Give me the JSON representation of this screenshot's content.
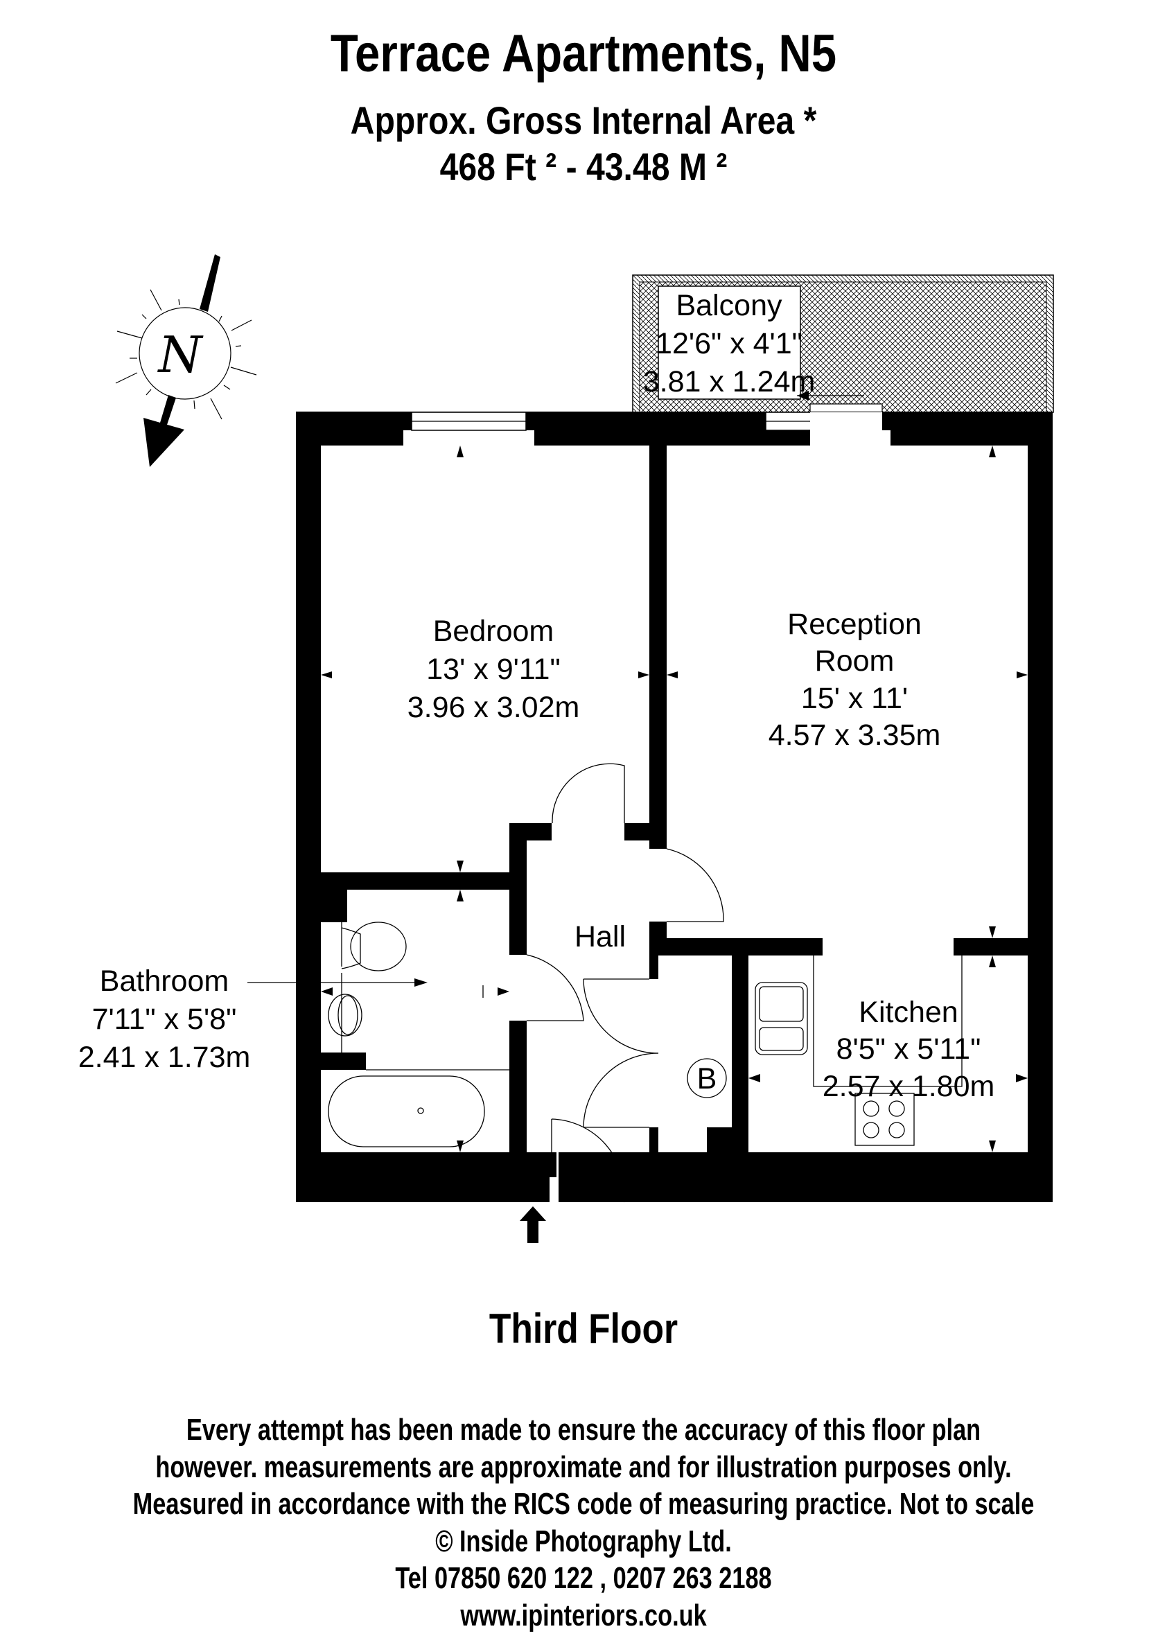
{
  "header": {
    "title": "Terrace Apartments, N5",
    "area_label": "Approx. Gross Internal Area *",
    "area_value": "468 Ft ²  -  43.48 M ²"
  },
  "compass": {
    "letter": "N"
  },
  "rooms": {
    "balcony": {
      "name": "Balcony",
      "imperial": "12'6\" x 4'1\"",
      "metric": "3.81 x 1.24m"
    },
    "bedroom": {
      "name": "Bedroom",
      "imperial": "13' x 9'11\"",
      "metric": "3.96 x 3.02m"
    },
    "reception": {
      "name_line1": "Reception",
      "name_line2": "Room",
      "imperial": "15' x 11'",
      "metric": "4.57 x 3.35m"
    },
    "hall": {
      "name": "Hall"
    },
    "bathroom": {
      "name": "Bathroom",
      "imperial": "7'11\" x 5'8\"",
      "metric": "2.41 x 1.73m"
    },
    "kitchen": {
      "name": "Kitchen",
      "imperial": "8'5\" x 5'11\"",
      "metric": "2.57 x 1.80m"
    },
    "boiler": {
      "label": "B"
    }
  },
  "floor_label": "Third Floor",
  "footer": {
    "lines": [
      "Every attempt has been made to ensure the accuracy of this floor plan",
      "however. measurements are approximate and for illustration purposes only.",
      "Measured in accordance with the RICS code of measuring practice. Not to scale",
      "© Inside Photography Ltd.",
      "Tel 07850 620 122 , 0207 263 2188",
      "www.ipinteriors.co.uk"
    ]
  }
}
